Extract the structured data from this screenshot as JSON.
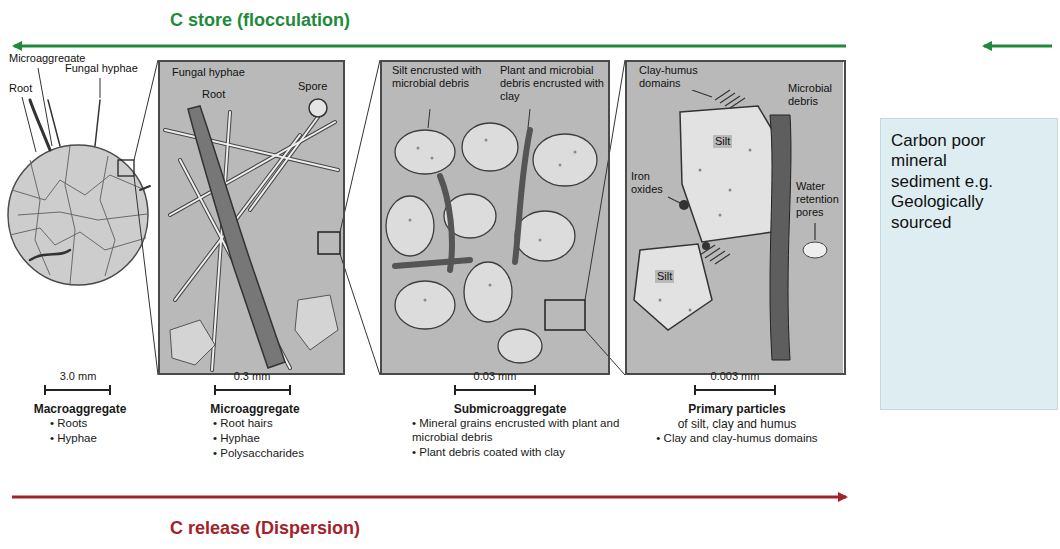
{
  "diagram": {
    "nodes": [
      {
        "text": [
          "Fungal hyphae",
          "Root",
          "Spore"
        ]
      },
      {
        "text": [
          "Silt encrusted with microbial debris",
          "Plant and microbial debris encrusted with clay"
        ]
      },
      {
        "text": [
          "Clay-humus domains",
          "Microbial debris",
          "Silt",
          "Iron oxides",
          "Water retention pores",
          "Silt"
        ]
      },
      {
        "text": [
          "Carbon poor mineral sediment e.g. Geologically sourced"
        ]
      }
    ],
    "labels": [
      "C store (flocculation)",
      "Microaggregate",
      "Root",
      "Fungal hyphae",
      "3.0 mm",
      "Macroaggregate",
      "• Roots",
      "• Hyphae",
      "0.3 mm",
      "Microaggregate",
      "• Root hairs",
      "• Hyphae",
      "• Polysaccharides",
      "0.03 mm",
      "Submicroaggregate",
      "• Mineral grains encrusted with plant and microbial debris",
      "• Plant debris coated with clay",
      "0.003 mm",
      "Primary particles",
      "of silt, clay and humus",
      "• Clay and clay-humus domains",
      "C release (Dispersion)"
    ]
  }
}
